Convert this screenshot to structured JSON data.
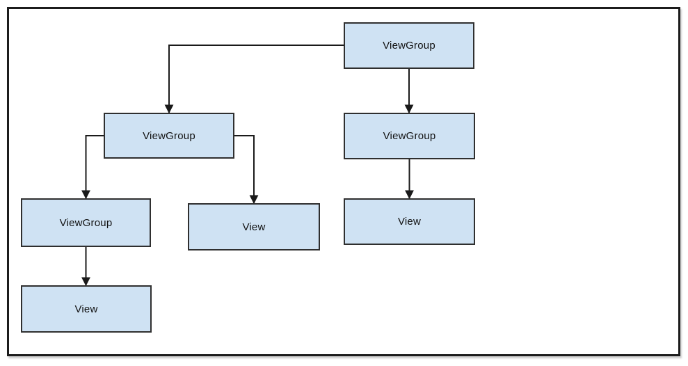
{
  "diagram": {
    "kind": "view-hierarchy-tree",
    "colors": {
      "background": "#ffffff",
      "canvas_border": "#1c1c1c",
      "node_fill": "#cfe2f3",
      "node_border": "#2f2f2f",
      "connector": "#1a1a1a"
    },
    "nodes": [
      {
        "id": "viewgroup-root",
        "label": "ViewGroup"
      },
      {
        "id": "viewgroup-left",
        "label": "ViewGroup"
      },
      {
        "id": "viewgroup-right",
        "label": "ViewGroup"
      },
      {
        "id": "viewgroup-leftchild",
        "label": "ViewGroup"
      },
      {
        "id": "view-middle",
        "label": "View"
      },
      {
        "id": "view-right",
        "label": "View"
      },
      {
        "id": "view-bottom",
        "label": "View"
      }
    ],
    "edges": [
      {
        "from": "viewgroup-root",
        "to": "viewgroup-left"
      },
      {
        "from": "viewgroup-root",
        "to": "viewgroup-right"
      },
      {
        "from": "viewgroup-left",
        "to": "viewgroup-leftchild"
      },
      {
        "from": "viewgroup-left",
        "to": "view-middle"
      },
      {
        "from": "viewgroup-right",
        "to": "view-right"
      },
      {
        "from": "viewgroup-leftchild",
        "to": "view-bottom"
      }
    ]
  }
}
